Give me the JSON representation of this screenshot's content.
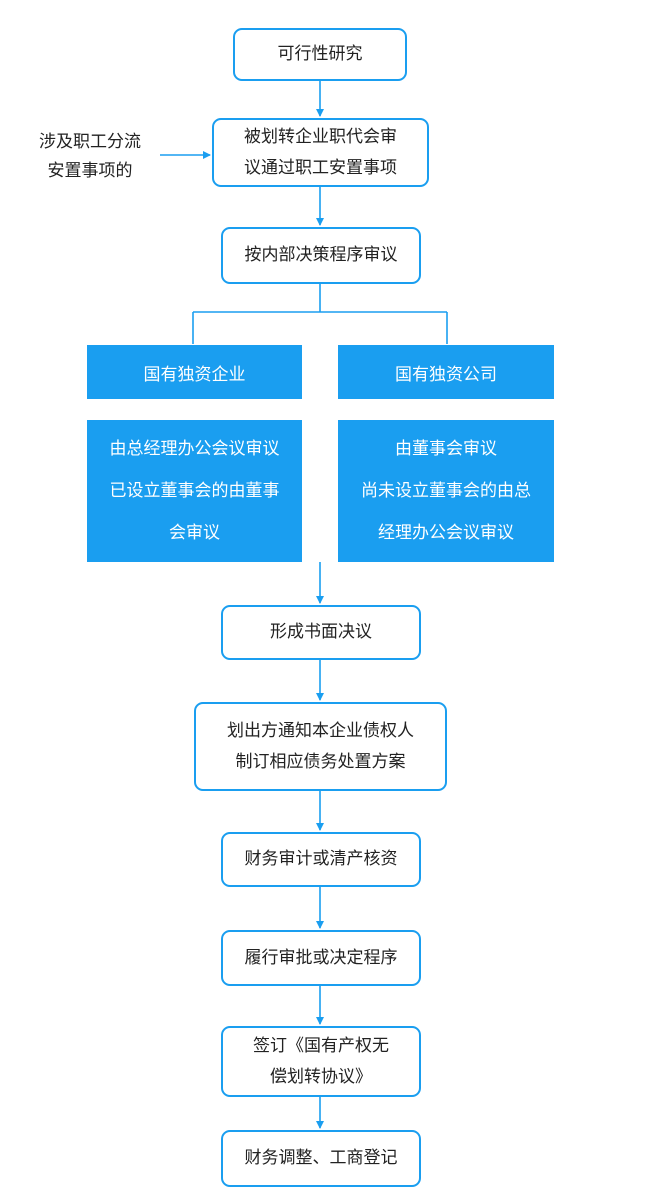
{
  "colors": {
    "accent": "#1a9ef0",
    "text": "#222222",
    "background": "#ffffff"
  },
  "steps": {
    "feasibility": "可行性研究",
    "staff_congress": [
      "被划转企业职代会审",
      "议通过职工安置事项"
    ],
    "internal_review": "按内部决策程序审议",
    "written_resolution": "形成书面决议",
    "creditor_notice": [
      "划出方通知本企业债权人",
      "制订相应债务处置方案"
    ],
    "audit": "财务审计或清产核资",
    "approval": "履行审批或决定程序",
    "agreement": [
      "签订《国有产权无",
      "偿划转协议》"
    ],
    "registration": "财务调整、工商登记"
  },
  "side_note": [
    "涉及职工分流",
    "安置事项的"
  ],
  "branches": {
    "left": {
      "title": "国有独资企业",
      "detail": [
        "由总经理办公会议审议",
        "已设立董事会的由董事",
        "会审议"
      ]
    },
    "right": {
      "title": "国有独资公司",
      "detail": [
        "由董事会审议",
        "尚未设立董事会的由总",
        "经理办公会议审议"
      ]
    }
  }
}
